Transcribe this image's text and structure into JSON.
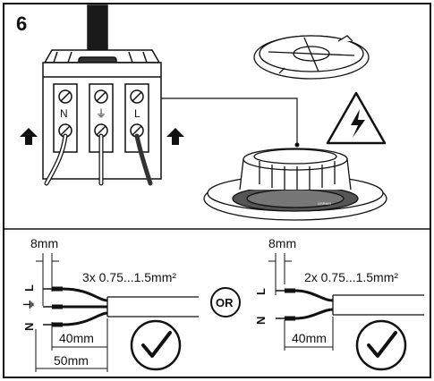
{
  "step_number": "6",
  "terminal_labels": [
    "N",
    "⏚",
    "L"
  ],
  "left_diagram": {
    "wire_labels": [
      "L",
      "⏚",
      "N"
    ],
    "strip_length": "8mm",
    "cross_section": "3x 0.75...1.5mm²",
    "inner_length": "40mm",
    "outer_length": "50mm"
  },
  "separator": "OR",
  "right_diagram": {
    "wire_labels": [
      "L",
      "N"
    ],
    "strip_length": "8mm",
    "cross_section": "2x 0.75...1.5mm²",
    "inner_length": "40mm"
  },
  "luminaire_brand": "OSRAM",
  "icons": [
    "arrow-up-icon",
    "warning-electric-icon",
    "checkmark-icon",
    "ground-icon"
  ]
}
